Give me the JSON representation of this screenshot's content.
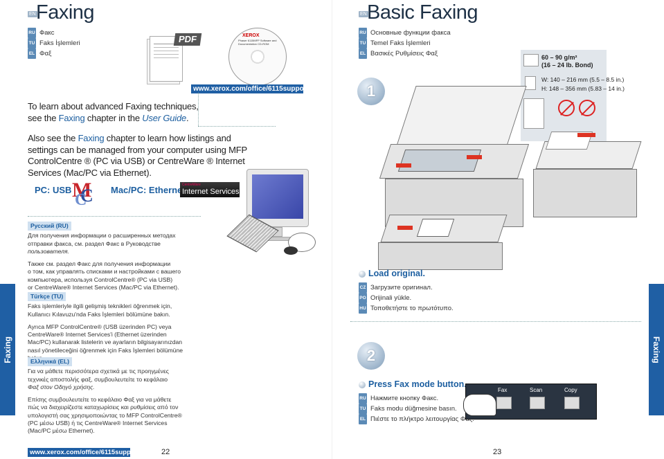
{
  "left": {
    "en_tag": "EN",
    "title": "Faxing",
    "langs": [
      {
        "code": "RU",
        "text": "Факс"
      },
      {
        "code": "TU",
        "text": "Faks İşlemleri"
      },
      {
        "code": "EL",
        "text": "Φαξ"
      }
    ],
    "pdf_label": "PDF",
    "cd_brand": "XEROX",
    "cd_title_1": "Phaser 6115MFP Software and",
    "cd_title_2": "Documentation CD-ROM",
    "url_banner": "www.xerox.com/office/6115support",
    "intro_1": "To learn about advanced Faxing techniques,",
    "intro_2a": "see the ",
    "intro_2b": "Faxing",
    "intro_2c": " chapter in the ",
    "intro_2d": "User Guide",
    "intro_2e": ".",
    "also_1a": "Also see the ",
    "also_1b": "Faxing",
    "also_1c": " chapter to learn how listings and",
    "also_2": "settings can be managed from your computer using MFP",
    "also_3": "ControlCentre ® (PC via USB) or CentreWare ® Internet",
    "also_4": "Services (Mac/PC via Ethernet).",
    "pc_usb": "PC: USB",
    "mac_pc": "Mac/PC: Ethernet",
    "cw_top": "CentreWare",
    "cw_main": "Internet Services",
    "ru_head": "Русский (RU)",
    "ru_p1_1": "Для получения информации о расширенных методах",
    "ru_p1_2": "отправки факса, см. раздел Факс в Руководстве",
    "ru_p1_3": "пользователя.",
    "ru_p2_1": "Также см. раздел Факс для получения информации",
    "ru_p2_2": "о том, как управлять списками и настройками с вашего",
    "ru_p2_3": "компьютера, используя ControlCentre® (PC via USB)",
    "ru_p2_4": "or CentreWare® Internet Services (Mac/PC via Ethernet).",
    "tu_head": "Türkçe (TU)",
    "tu_p1_1": "Faks işlemleriyle ilgili gelişmiş teknikleri öğrenmek için,",
    "tu_p1_2": "Kullanıcı Kılavuzu'nda Faks İşlemleri bölümüne bakın.",
    "tu_p2_1": "Ayrıca MFP ControlCentre® (USB üzerinden PC) veya",
    "tu_p2_2": "CentreWare® Internet Services'i (Ethernet üzerinden",
    "tu_p2_3": "Mac/PC) kullanarak listelerin ve ayarların bilgisayarınızdan",
    "tu_p2_4": "nasıl yönetileceğini öğrenmek için Faks İşlemleri bölümüne",
    "tu_p2_5": "bakın.",
    "el_head": "Ελληνικά (EL)",
    "el_p1_1": "Για να μάθετε περισσότερα σχετικά με τις προηγμένες",
    "el_p1_2": "τεχνικές αποστολής φαξ, συμβουλευτείτε το κεφάλαιο",
    "el_p1_3": "Φαξ στον Οδηγό χρήσης.",
    "el_p2_1": "Επίσης συμβουλευτείτε το κεφάλαιο Φαξ για να μάθετε",
    "el_p2_2": "πώς να διαχειρίζεστε καταχωρίσεις και ρυθμίσεις από τον",
    "el_p2_3": "υπολογιστή σας χρησιμοποιώντας το MFP ControlCentre®",
    "el_p2_4": "(PC μέσω USB) ή τις CentreWare® Internet Services",
    "el_p2_5": "(Mac/PC μέσω Ethernet).",
    "side_tab": "Faxing",
    "footer_url": "www.xerox.com/office/6115support",
    "page_num": "22"
  },
  "right": {
    "en_tag": "EN",
    "title": "Basic Faxing",
    "langs": [
      {
        "code": "RU",
        "text": "Основные функции факса"
      },
      {
        "code": "TU",
        "text": "Temel Faks İşlemleri"
      },
      {
        "code": "EL",
        "text": "Βασικές Ρυθμίσεις Φαξ"
      }
    ],
    "paper_weight": "60 – 90 g/m²",
    "paper_bond": "(16 – 24 lb. Bond)",
    "paper_w": "W: 140 – 216 mm (5.5 – 8.5 in.)",
    "paper_h": "H: 148 – 356 mm (5.83 – 14 in.)",
    "step1_num": "1",
    "step1_title": "Load original.",
    "step1_langs": [
      {
        "code": "CZ",
        "text": "Загрузите оригинал."
      },
      {
        "code": "PO",
        "text": "Orijinali yükle."
      },
      {
        "code": "HU",
        "text": "Τοποθετήστε το πρωτότυπο."
      }
    ],
    "step2_num": "2",
    "step2_title": "Press Fax mode button.",
    "step2_langs": [
      {
        "code": "RU",
        "text": "Нажмите кнопку Факс."
      },
      {
        "code": "TU",
        "text": "Faks modu düğmesine basın."
      },
      {
        "code": "EL",
        "text": "Πιέστε το πλήκτρο λειτουργίας Φαξ."
      }
    ],
    "panel_fax": "Fax",
    "panel_scan": "Scan",
    "panel_copy": "Copy",
    "side_tab": "Faxing",
    "page_num": "23"
  }
}
